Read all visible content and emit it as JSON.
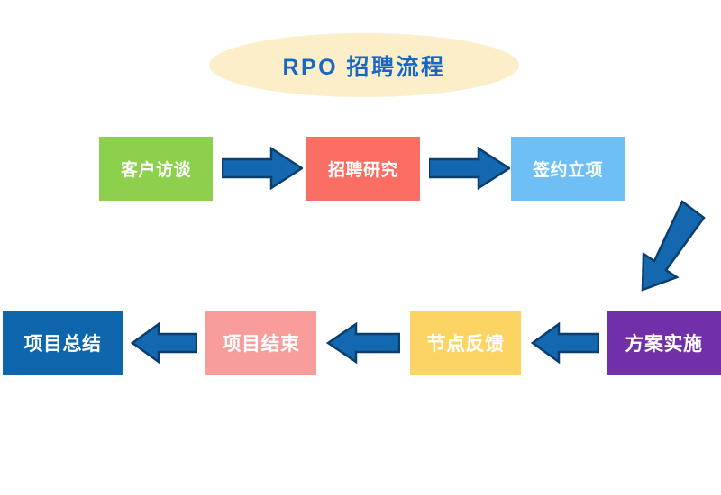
{
  "diagram": {
    "title": "RPO 招聘流程",
    "title_color": "#1668c4",
    "title_bg_color": "#fdeeca",
    "background_color": "#ffffff",
    "arrow_color": "#1368b0",
    "arrow_outline_color": "#0b3d6e",
    "nodes": [
      {
        "id": "customer-interview",
        "label": "客户访谈",
        "color": "#8dd04e",
        "text_color": "#ffffff",
        "row": 1,
        "order": 1
      },
      {
        "id": "recruitment-research",
        "label": "招聘研究",
        "color": "#fa6e64",
        "text_color": "#ffffff",
        "row": 1,
        "order": 2
      },
      {
        "id": "sign-contract",
        "label": "签约立项",
        "color": "#6dbff5",
        "text_color": "#ffffff",
        "row": 1,
        "order": 3
      },
      {
        "id": "plan-implementation",
        "label": "方案实施",
        "color": "#7230a8",
        "text_color": "#ffffff",
        "row": 2,
        "order": 4
      },
      {
        "id": "node-feedback",
        "label": "节点反馈",
        "color": "#fbd464",
        "text_color": "#ffffff",
        "row": 2,
        "order": 5
      },
      {
        "id": "project-end",
        "label": "项目结束",
        "color": "#f99c9c",
        "text_color": "#ffffff",
        "row": 2,
        "order": 6
      },
      {
        "id": "project-summary",
        "label": "项目总结",
        "color": "#0e66ad",
        "text_color": "#ffffff",
        "row": 2,
        "order": 7
      }
    ],
    "connectors": [
      {
        "id": "arrow-1",
        "from": "customer-interview",
        "to": "recruitment-research",
        "direction": "right"
      },
      {
        "id": "arrow-2",
        "from": "recruitment-research",
        "to": "sign-contract",
        "direction": "right"
      },
      {
        "id": "arrow-diag",
        "from": "sign-contract",
        "to": "plan-implementation",
        "direction": "down-left"
      },
      {
        "id": "arrow-3",
        "from": "plan-implementation",
        "to": "node-feedback",
        "direction": "left"
      },
      {
        "id": "arrow-4",
        "from": "node-feedback",
        "to": "project-end",
        "direction": "left"
      },
      {
        "id": "arrow-5",
        "from": "project-end",
        "to": "project-summary",
        "direction": "left"
      }
    ]
  }
}
